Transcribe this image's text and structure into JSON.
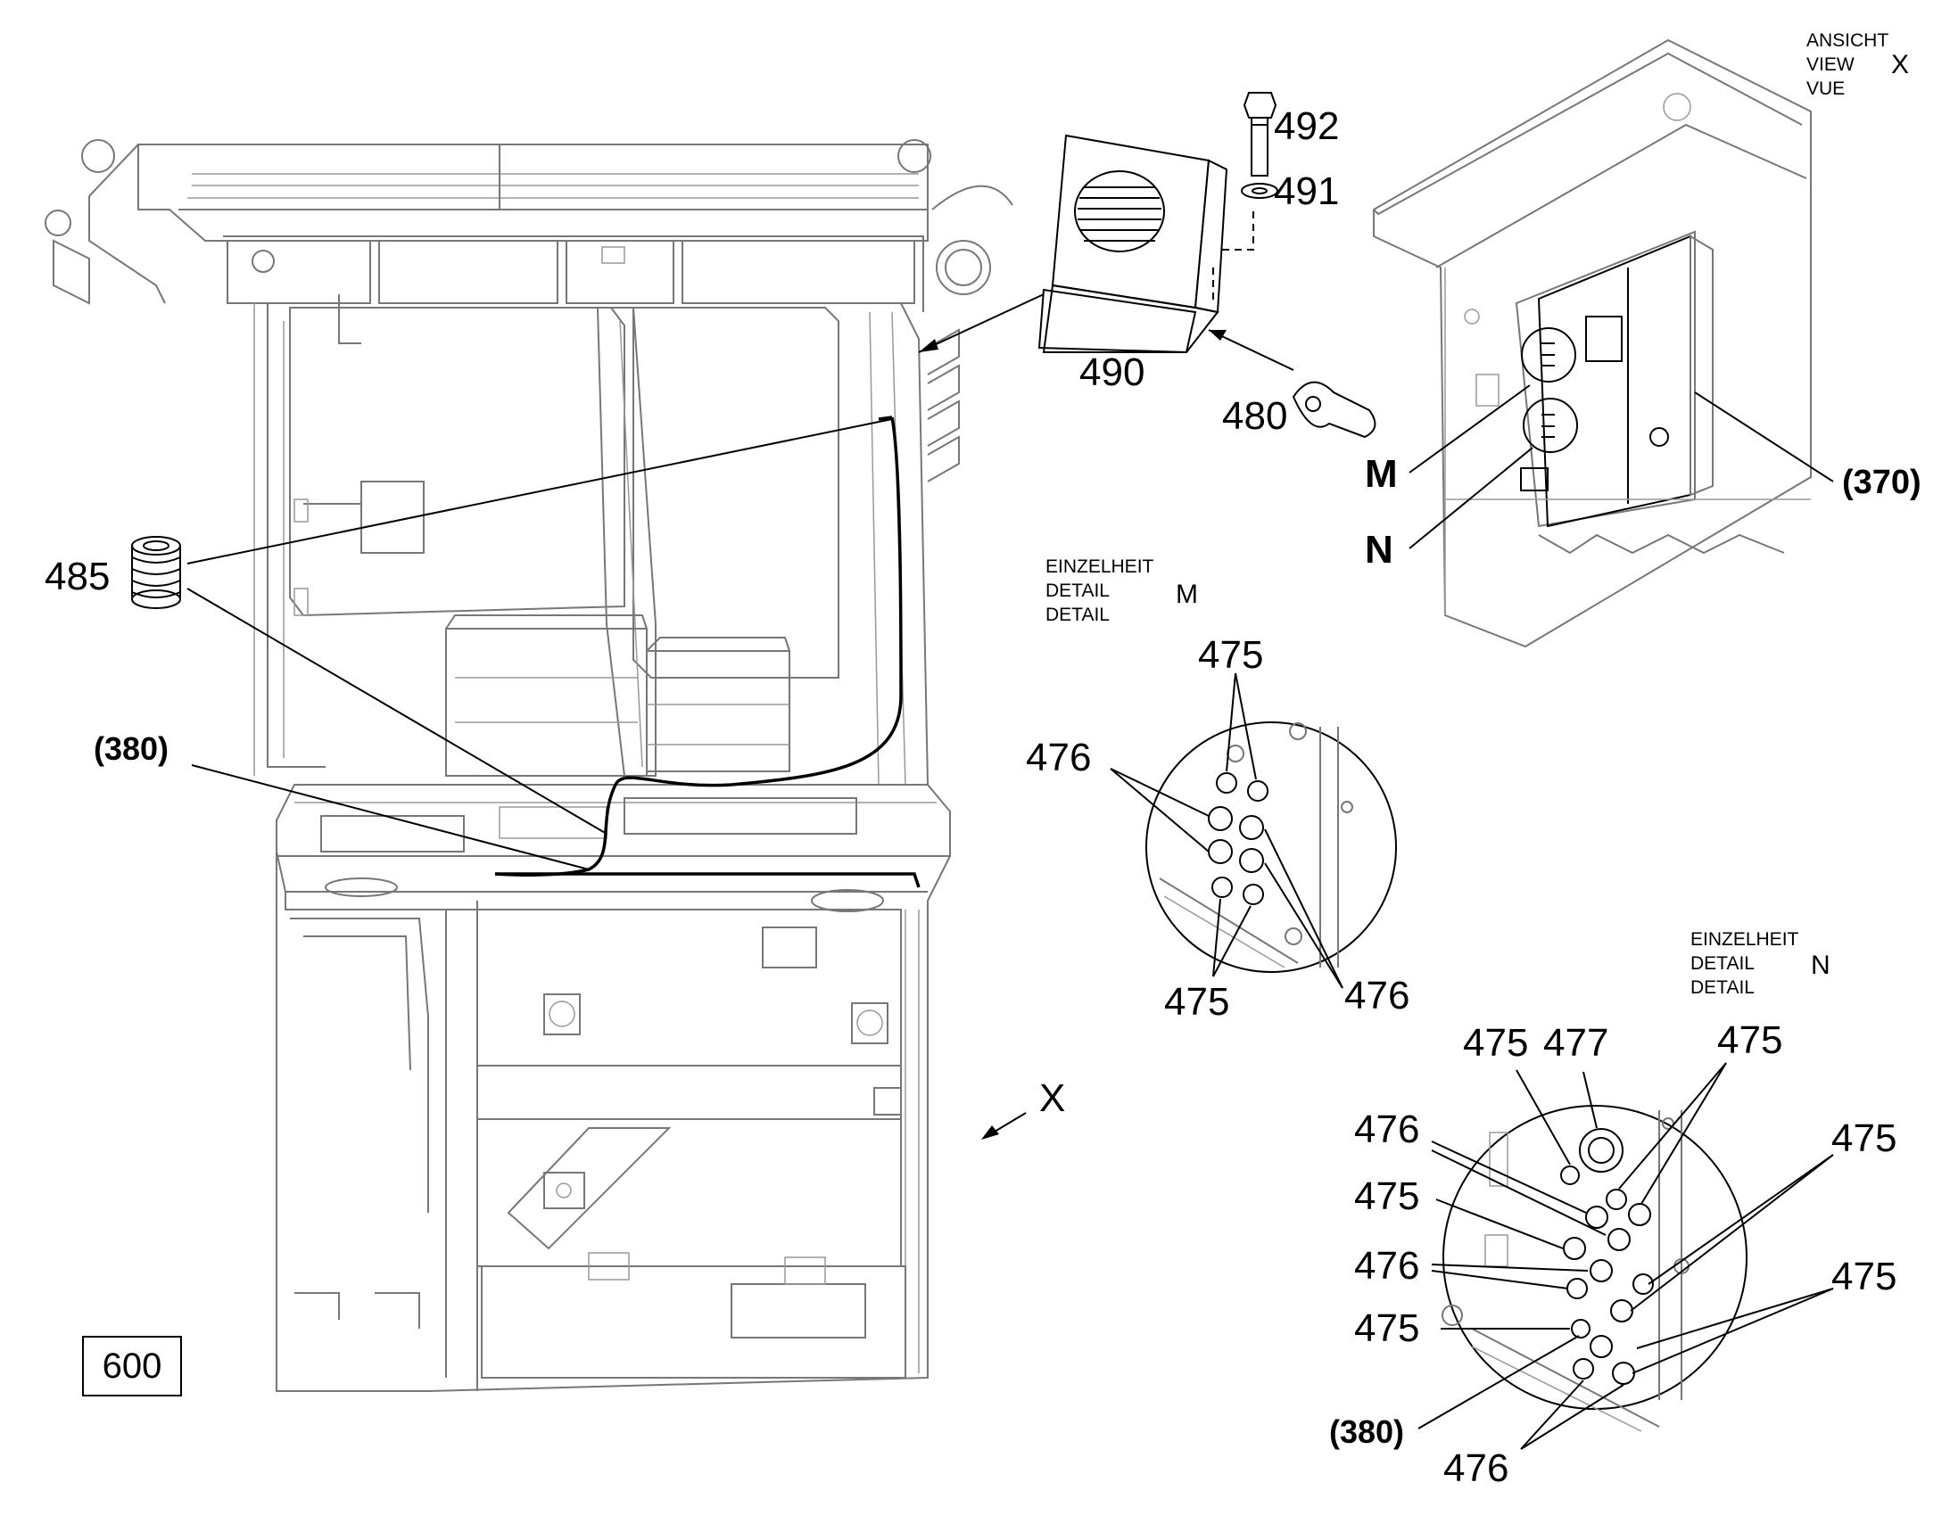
{
  "drawing": {
    "box_label": "600",
    "view_heading": "ANSICHT\nVIEW\nVUE",
    "view_letter": "X",
    "detail_m_heading": "EINZELHEIT\nDETAIL\nDETAIL",
    "detail_m_letter": "M",
    "detail_n_heading": "EINZELHEIT\nDETAIL\nDETAIL",
    "detail_n_letter": "N",
    "arrow_letter": "X",
    "marker_m": "M",
    "marker_n": "N"
  },
  "callouts": {
    "c492": "492",
    "c491": "491",
    "c490": "490",
    "c480": "480",
    "c485": "485",
    "c380_main": "(380)",
    "c370": "(370)",
    "m_475_top": "475",
    "m_476_left": "476",
    "m_475_bottom": "475",
    "m_476_right": "476",
    "n_475_a": "475",
    "n_477": "477",
    "n_475_b": "475",
    "n_476_a": "476",
    "n_475_c": "475",
    "n_475_d": "475",
    "n_476_b": "476",
    "n_475_e": "475",
    "n_475_f": "475",
    "n_380": "(380)",
    "n_476_c": "476"
  }
}
